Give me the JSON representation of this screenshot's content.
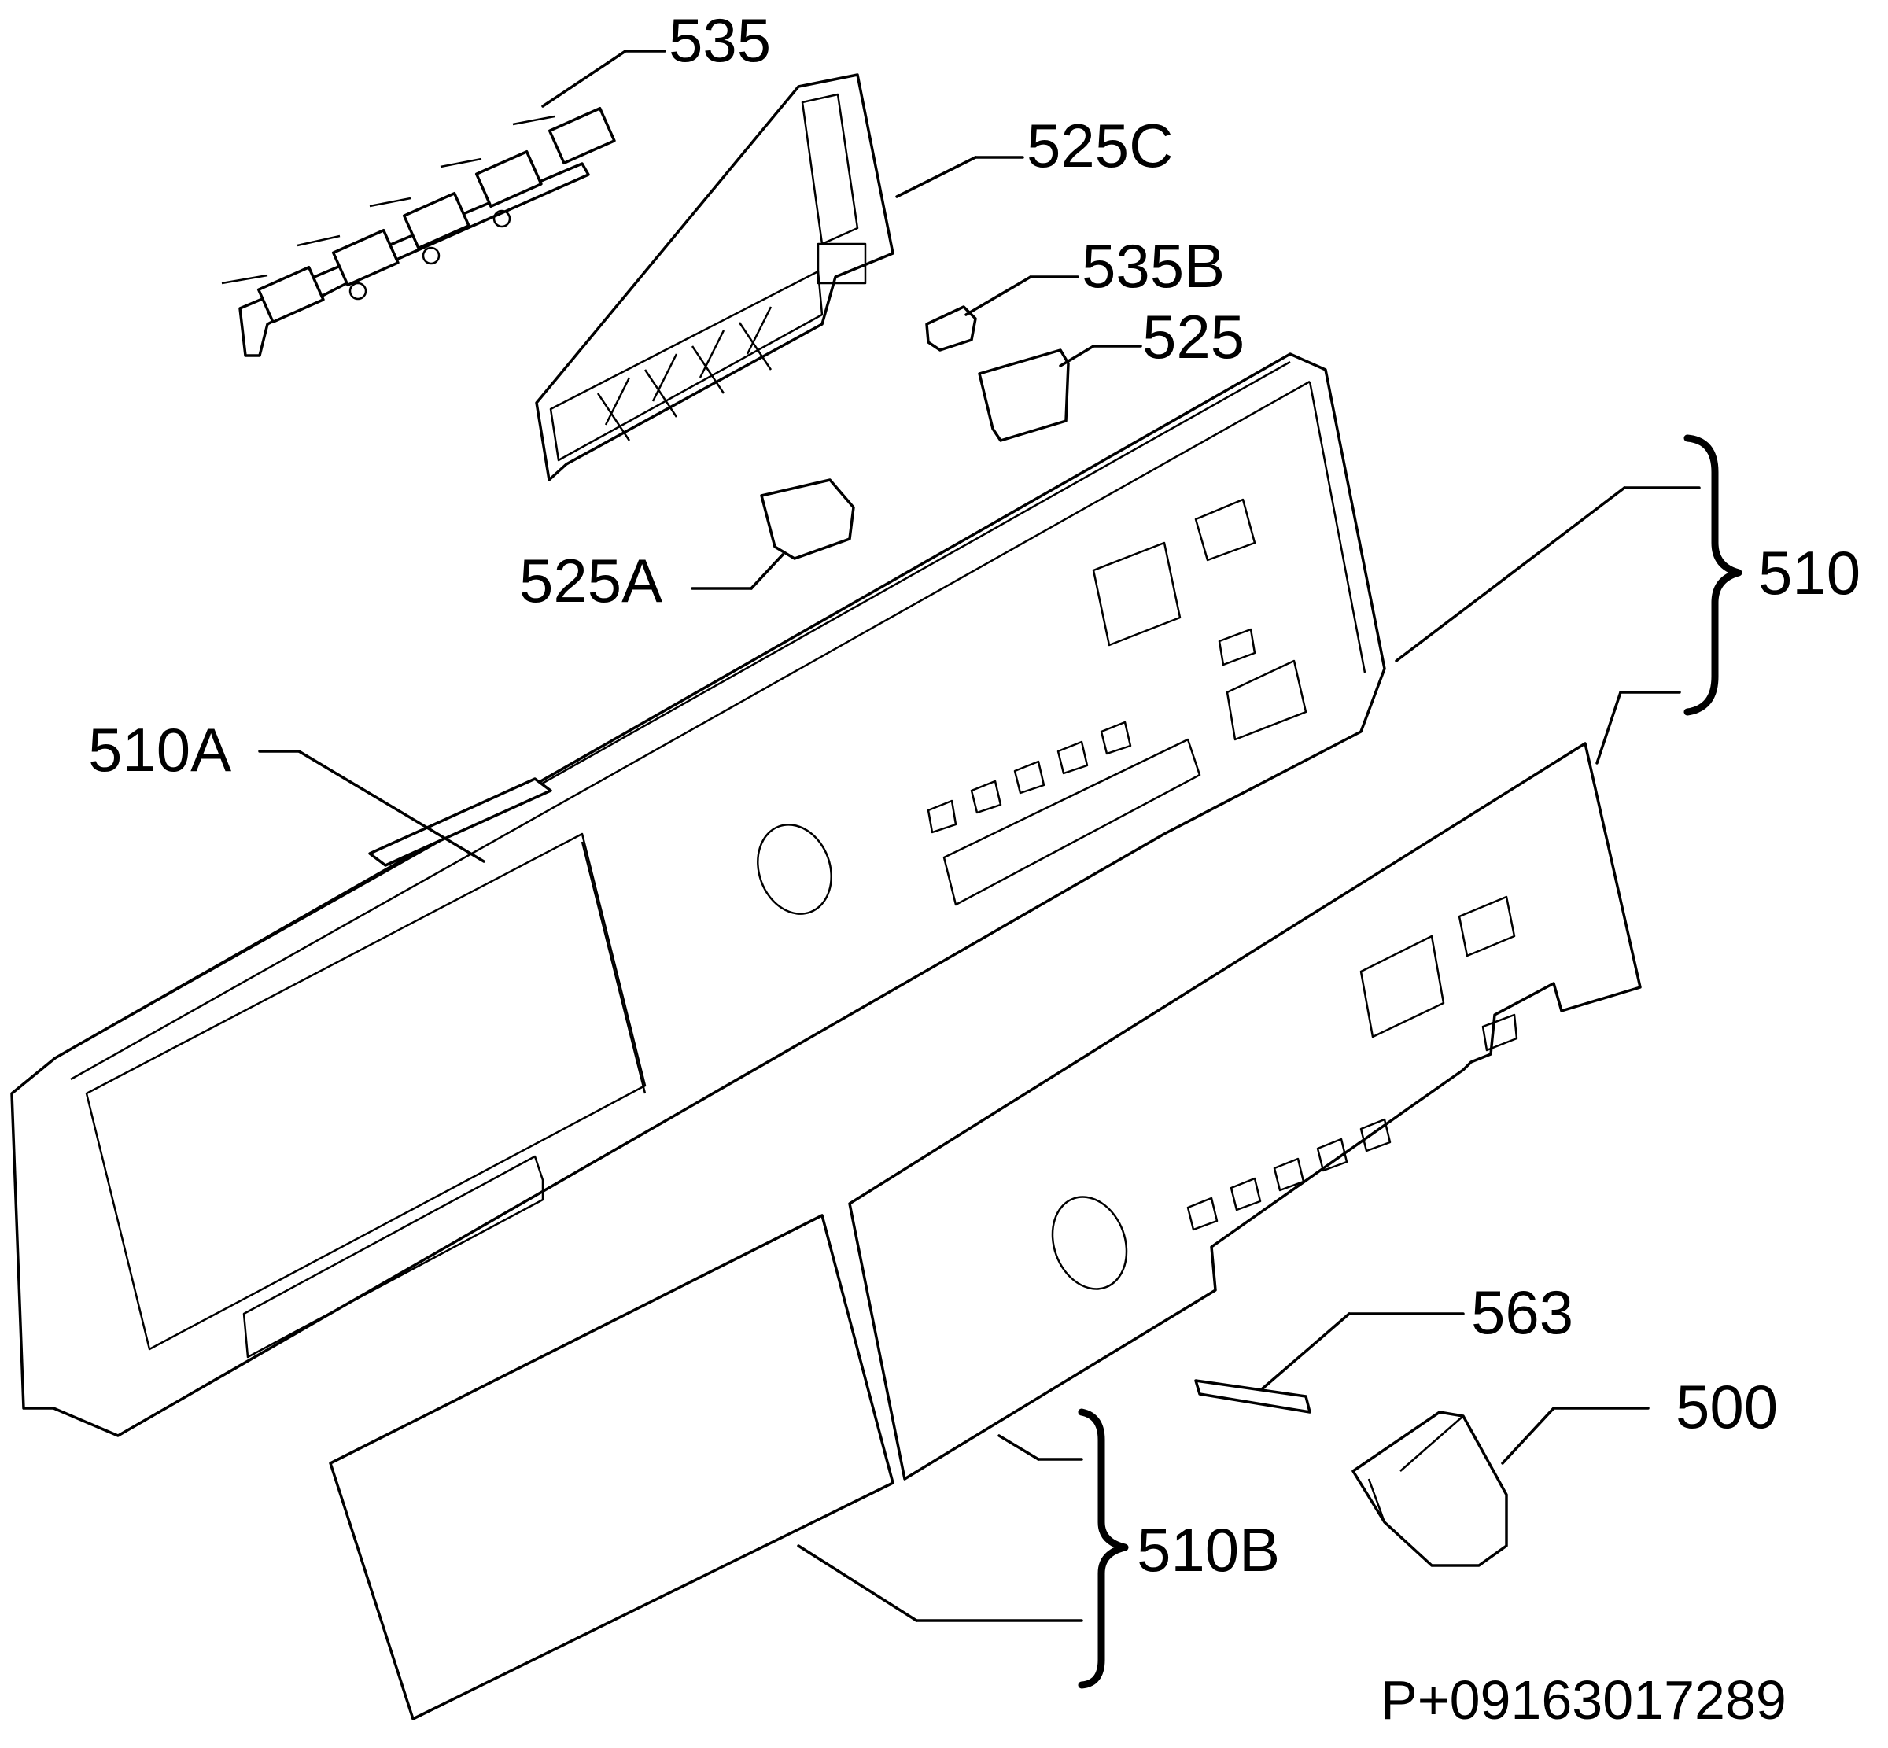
{
  "diagram": {
    "type": "exploded-parts-view",
    "callouts": {
      "c535": "535",
      "c525c": "525C",
      "c535b": "535B",
      "c525": "525",
      "c510": "510",
      "c525a": "525A",
      "c510a": "510A",
      "c563": "563",
      "c500": "500",
      "c510b": "510B"
    },
    "reference_code": "P+09163017289"
  }
}
